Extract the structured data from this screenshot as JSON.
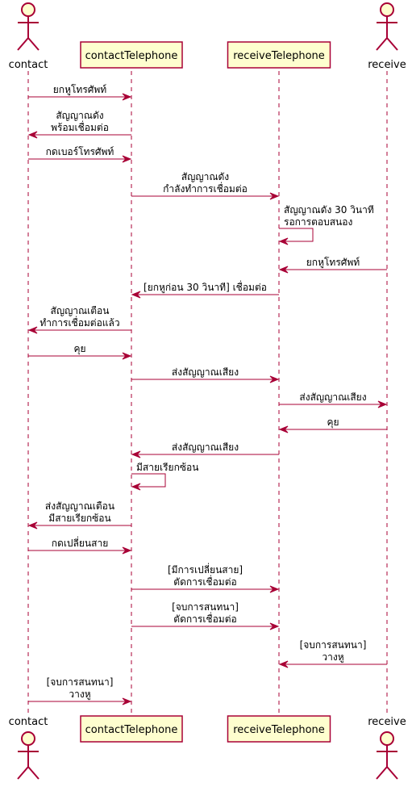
{
  "colors": {
    "actor_fill": "#FEFECE",
    "actor_stroke": "#A80036",
    "box_fill": "#FEFECE",
    "box_stroke": "#A80036",
    "arrow": "#A80036",
    "lifeline": "#A80036",
    "text": "#000000"
  },
  "participants": {
    "contact": {
      "label": "contact",
      "kind": "actor"
    },
    "contactTelephone": {
      "label": "contactTelephone",
      "kind": "participant"
    },
    "receiveTelephone": {
      "label": "receiveTelephone",
      "kind": "participant"
    },
    "receive": {
      "label": "receive",
      "kind": "actor"
    }
  },
  "messages": [
    {
      "from": "contact",
      "to": "contactTelephone",
      "lines": [
        "ยกหูโทรศัพท์"
      ]
    },
    {
      "from": "contactTelephone",
      "to": "contact",
      "lines": [
        "สัญญาณดัง",
        "พร้อมเชื่อมต่อ"
      ]
    },
    {
      "from": "contact",
      "to": "contactTelephone",
      "lines": [
        "กดเบอร์โทรศัพท์"
      ]
    },
    {
      "from": "contactTelephone",
      "to": "receiveTelephone",
      "lines": [
        "สัญญาณดัง",
        "กำลังทำการเชื่อมต่อ"
      ]
    },
    {
      "from": "receiveTelephone",
      "to": "receiveTelephone",
      "lines": [
        "สัญญาณดัง 30 วินาที",
        "รอการตอบสนอง"
      ]
    },
    {
      "from": "receive",
      "to": "receiveTelephone",
      "lines": [
        "ยกหูโทรศัพท์"
      ]
    },
    {
      "from": "receiveTelephone",
      "to": "contactTelephone",
      "lines": [
        "[ยกหูก่อน 30 วินาที] เชื่อมต่อ"
      ]
    },
    {
      "from": "contactTelephone",
      "to": "contact",
      "lines": [
        "สัญญาณเตือน",
        "ทำการเชื่อมต่อแล้ว"
      ]
    },
    {
      "from": "contact",
      "to": "contactTelephone",
      "lines": [
        "คุย"
      ]
    },
    {
      "from": "contactTelephone",
      "to": "receiveTelephone",
      "lines": [
        "ส่งสัญญาณเสียง"
      ]
    },
    {
      "from": "receiveTelephone",
      "to": "receive",
      "lines": [
        "ส่งสัญญาณเสียง"
      ]
    },
    {
      "from": "receive",
      "to": "receiveTelephone",
      "lines": [
        "คุย"
      ]
    },
    {
      "from": "receiveTelephone",
      "to": "contactTelephone",
      "lines": [
        "ส่งสัญญาณเสียง"
      ]
    },
    {
      "from": "contactTelephone",
      "to": "contactTelephone",
      "lines": [
        "มีสายเรียกซ้อน"
      ]
    },
    {
      "from": "contactTelephone",
      "to": "contact",
      "lines": [
        "ส่งสัญญาณเตือน",
        "มีสายเรียกซ้อน"
      ]
    },
    {
      "from": "contact",
      "to": "contactTelephone",
      "lines": [
        "กดเปลี่ยนสาย"
      ]
    },
    {
      "from": "contactTelephone",
      "to": "receiveTelephone",
      "lines": [
        "[มีการเปลี่ยนสาย]",
        "ตัดการเชื่อมต่อ"
      ]
    },
    {
      "from": "contactTelephone",
      "to": "receiveTelephone",
      "lines": [
        "[จบการสนทนา]",
        "ตัดการเชื่อมต่อ"
      ]
    },
    {
      "from": "receive",
      "to": "receiveTelephone",
      "lines": [
        "[จบการสนทนา]",
        "วางหู"
      ]
    },
    {
      "from": "contact",
      "to": "contactTelephone",
      "lines": [
        "[จบการสนทนา]",
        "วางหู"
      ]
    }
  ]
}
